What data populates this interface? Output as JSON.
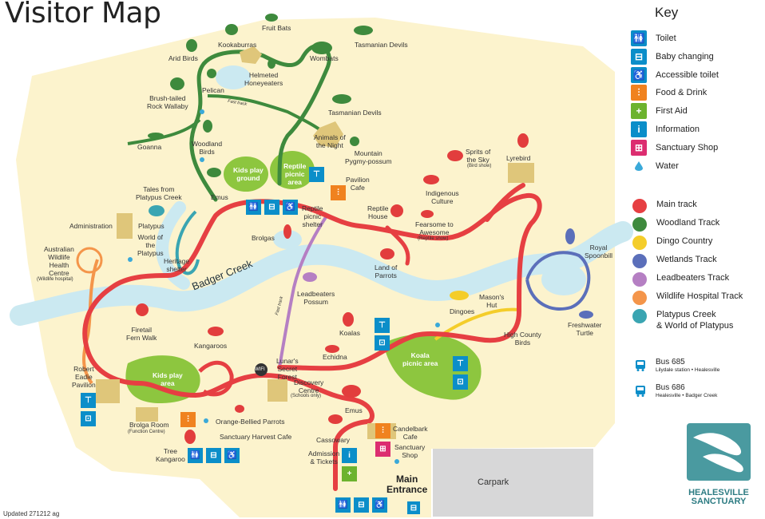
{
  "title": "Visitor Map",
  "creek": "Badger Creek",
  "fast_track": "Fast track",
  "main_entrance": "Main\nEntrance",
  "carpark": "Carpark",
  "updated": "Updated 271212 ag",
  "colors": {
    "land": "#fcf3cd",
    "water": "#cbe9f1",
    "grass": "#8dc63f",
    "main_track": "#e63f42",
    "woodland_track": "#3e8a3d",
    "dingo_country": "#f4cd2a",
    "wetlands_track": "#5b6fba",
    "leadbeaters_track": "#b57fc3",
    "wildlife_hospital_track": "#f4954a",
    "platypus_creek": "#3aa5b2",
    "building": "#dfc67a",
    "animal": "#e23d3d",
    "icon_blue": "#0b8ec9",
    "icon_orange": "#f0821f",
    "icon_green": "#6cb32e",
    "icon_pink": "#dc2d70"
  },
  "labels": {
    "fruit_bats": "Fruit Bats",
    "kookaburras": "Kookaburras",
    "tasmanian_devils_top": "Tasmanian Devils",
    "arid_birds": "Arid Birds",
    "wombats": "Wombats",
    "helmeted_honeyeaters": "Helmeted\nHoneyeaters",
    "pelican": "Pelican",
    "brush_tailed": "Brush-tailed\nRock Wallaby",
    "tasmanian_devils": "Tasmanian Devils",
    "animals_night": "Animals of\nthe Night",
    "goanna": "Goanna",
    "woodland_birds": "Woodland\nBirds",
    "mountain_pygmy": "Mountain\nPygmy-possum",
    "kids_play_ground": "Kids play\nground",
    "reptile_picnic": "Reptile\npicnic\narea",
    "pavilion_cafe": "Pavilion\nCafe",
    "sprits_sky": "Sprits of\nthe Sky",
    "sprits_sky_sub": "(Bird show)",
    "lyrebird": "Lyrebird",
    "tales_platypus": "Tales from\nPlatypus Creek",
    "emus_top": "Emus",
    "indigenous_culture": "Indigenous\nCulture",
    "reptile_house": "Reptile\nHouse",
    "fearsome": "Fearsome to\nAwesome",
    "fearsome_sub": "(Reptile show)",
    "reptile_shelter": "Reptile\npicnic\nshelter",
    "administration": "Administration",
    "platypus": "Platypus",
    "world_platypus": "World of\nthe\nPlatypus",
    "royal_spoonbill": "Royal\nSpoonbill",
    "australian_wildlife": "Australian\nWildlife\nHealth\nCentre",
    "wildlife_hospital_sub": "(Wildlife hospital)",
    "heritage_shelter": "Heritage\nshelter",
    "brolgas": "Brolgas",
    "land_parrots": "Land of\nParrots",
    "leadbeaters_possum": "Leadbeaters\nPossum",
    "masons_hut": "Mason's\nHut",
    "dingoes": "Dingoes",
    "freshwater_turtle": "Freshwater\nTurtle",
    "firetail": "Firetail\nFern Walk",
    "koalas": "Koalas",
    "high_country": "High County\nBirds",
    "kangaroos": "Kangaroos",
    "echidna": "Echidna",
    "koala_picnic": "Koala\npicnic area",
    "robert_eadie": "Robert\nEadie\nPavilion",
    "kids_play_area": "Kids play\narea",
    "lunars_forest": "Lunar's\nSecret\nForest",
    "discovery_centre": "Discovery\nCentre",
    "discovery_sub": "(Schools only)",
    "emus": "Emus",
    "orange_bellied": "Orange-Bellied Parrots",
    "candelbark": "Candelbark\nCafe",
    "brolga_room": "Brolga Room",
    "brolga_room_sub": "(Function Centre)",
    "sanctuary_harvest": "Sanctuary Harvest Cafe",
    "cassowary": "Cassowary",
    "sanctuary_shop": "Sanctuary\nShop",
    "tree_kangaroo": "Tree\nKangaroo",
    "admission": "Admission\n& Tickets",
    "wifi": "WIFI"
  },
  "key": {
    "title": "Key",
    "facilities": [
      {
        "label": "Toilet",
        "icon": "toilet-icon",
        "glyph": "🚻",
        "color": "#0b8ec9"
      },
      {
        "label": "Baby changing",
        "icon": "baby-changing-icon",
        "glyph": "⊟",
        "color": "#0b8ec9"
      },
      {
        "label": "Accessible toilet",
        "icon": "accessible-icon",
        "glyph": "♿",
        "color": "#0b8ec9"
      },
      {
        "label": "Food & Drink",
        "icon": "food-drink-icon",
        "glyph": "⫶",
        "color": "#f0821f"
      },
      {
        "label": "First Aid",
        "icon": "first-aid-icon",
        "glyph": "+",
        "color": "#6cb32e"
      },
      {
        "label": "Information",
        "icon": "information-icon",
        "glyph": "i",
        "color": "#0b8ec9"
      },
      {
        "label": "Sanctuary Shop",
        "icon": "gift-icon",
        "glyph": "⊞",
        "color": "#dc2d70"
      },
      {
        "label": "Water",
        "icon": "water-drop-icon",
        "glyph": "",
        "color": "#3aa9d9"
      }
    ],
    "tracks": [
      {
        "label": "Main track",
        "color": "#e63f42"
      },
      {
        "label": "Woodland Track",
        "color": "#3e8a3d"
      },
      {
        "label": "Dingo Country",
        "color": "#f4cd2a"
      },
      {
        "label": "Wetlands Track",
        "color": "#5b6fba"
      },
      {
        "label": "Leadbeaters Track",
        "color": "#b57fc3"
      },
      {
        "label": "Wildlife Hospital Track",
        "color": "#f4954a"
      },
      {
        "label": "Platypus Creek\n& World of Platypus",
        "color": "#3aa5b2"
      }
    ],
    "buses": [
      {
        "name": "Bus 685",
        "route": "Lilydale station • Healesville"
      },
      {
        "name": "Bus 686",
        "route": "Healesville • Badger Creek"
      }
    ]
  },
  "logo": {
    "line1": "HEALESVILLE",
    "line2": "SANCTUARY"
  }
}
